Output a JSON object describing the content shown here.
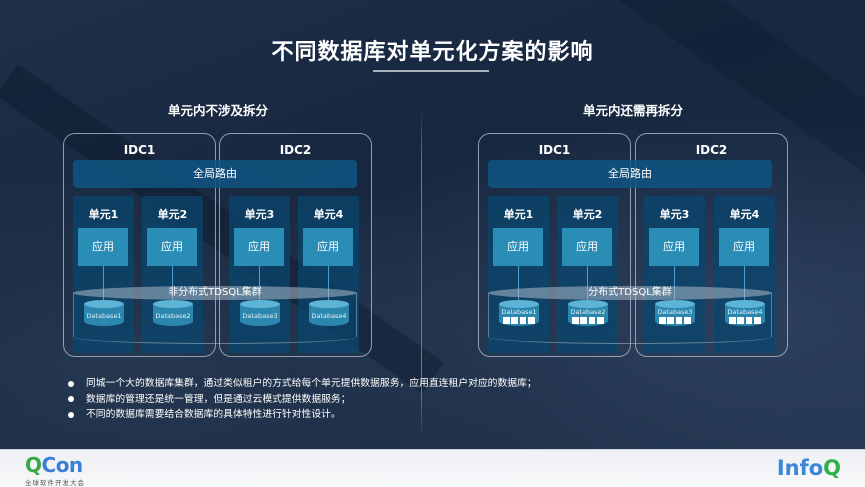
{
  "slide": {
    "title": "不同数据库对单元化方案的影响",
    "colors": {
      "background": "#1b2b42",
      "route_bar": "#0f5582",
      "unit_bg": "#0a466e",
      "app_box": "#2a8db6",
      "database": "#2b87ad",
      "qcon_green": "#3aa845",
      "qcon_blue": "#3a7fd5",
      "infoq_blue": "#3a86d8",
      "infoq_green": "#2fb04a"
    }
  },
  "panels": [
    {
      "title": "单元内不涉及拆分",
      "idcs": [
        "IDC1",
        "IDC2"
      ],
      "route": "全局路由",
      "units": [
        {
          "label": "单元1",
          "app": "应用",
          "db": "Database1"
        },
        {
          "label": "单元2",
          "app": "应用",
          "db": "Database2"
        },
        {
          "label": "单元3",
          "app": "应用",
          "db": "Database3"
        },
        {
          "label": "单元4",
          "app": "应用",
          "db": "Database4"
        }
      ],
      "cluster": "非分布式TDSQL集群",
      "db_split": false
    },
    {
      "title": "单元内还需再拆分",
      "idcs": [
        "IDC1",
        "IDC2"
      ],
      "route": "全局路由",
      "units": [
        {
          "label": "单元1",
          "app": "应用",
          "db": "Database1"
        },
        {
          "label": "单元2",
          "app": "应用",
          "db": "Database2"
        },
        {
          "label": "单元3",
          "app": "应用",
          "db": "Database3"
        },
        {
          "label": "单元4",
          "app": "应用",
          "db": "Database4"
        }
      ],
      "cluster": "分布式TDSQL集群",
      "db_split": true,
      "shards_per_db": 4
    }
  ],
  "bullets": [
    "同城一个大的数据库集群，通过类似租户的方式给每个单元提供数据服务，应用直连租户对应的数据库；",
    "数据库的管理还是统一管理，但是通过云模式提供数据服务；",
    "不同的数据库需要结合数据库的具体特性进行针对性设计。"
  ],
  "footer": {
    "qcon": {
      "q": "Q",
      "rest": "Con",
      "subtitle": "全球软件开发大会"
    },
    "infoq": {
      "info": "Info",
      "q": "Q"
    }
  }
}
